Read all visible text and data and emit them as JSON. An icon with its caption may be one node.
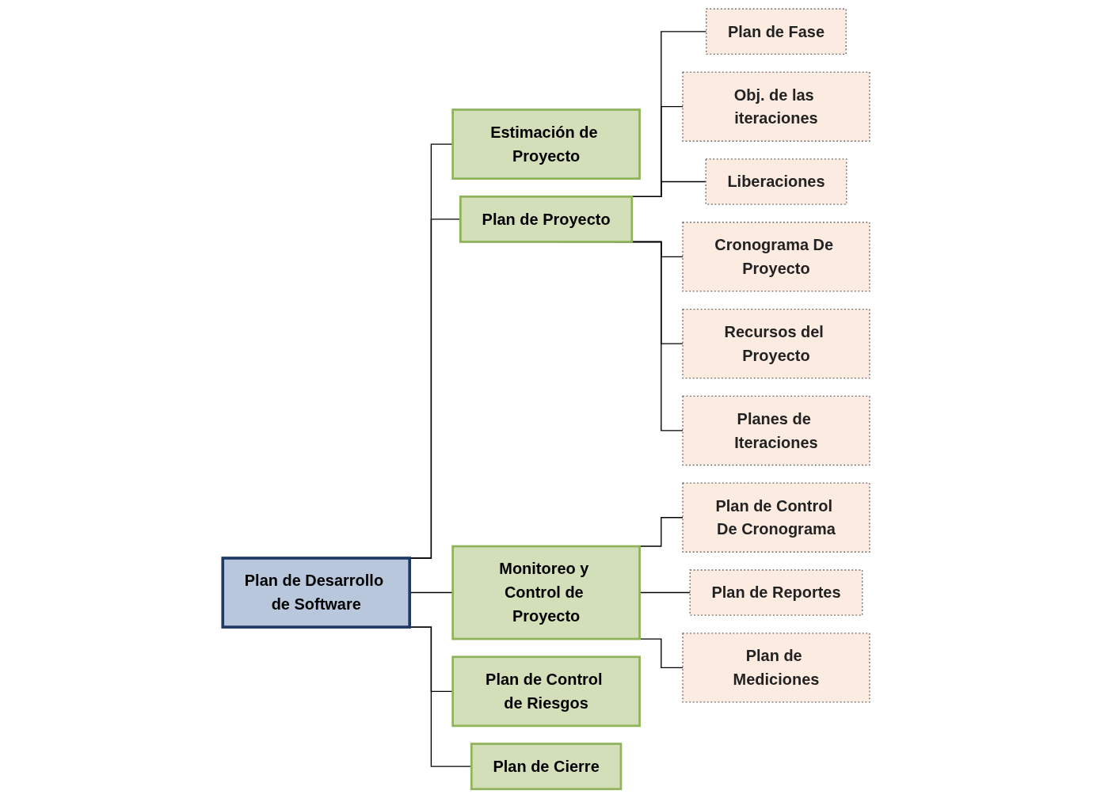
{
  "diagram": {
    "nodes": [
      {
        "text": [
          "Plan de Desarrollo de Software"
        ]
      },
      {
        "text": [
          "Estimación de Proyecto"
        ]
      },
      {
        "text": [
          "Plan de Proyecto"
        ]
      },
      {
        "text": [
          "Monitoreo y Control de Proyecto"
        ]
      },
      {
        "text": [
          "Plan de Control de Riesgos"
        ]
      },
      {
        "text": [
          "Plan de Cierre"
        ]
      },
      {
        "text": [
          "Plan de Fase"
        ]
      },
      {
        "text": [
          "Obj. de las iteraciones"
        ]
      },
      {
        "text": [
          "Liberaciones"
        ]
      },
      {
        "text": [
          "Cronograma De Proyecto"
        ]
      },
      {
        "text": [
          "Recursos del Proyecto"
        ]
      },
      {
        "text": [
          "Planes de Iteraciones"
        ]
      },
      {
        "text": [
          "Plan de Control De Cronograma"
        ]
      },
      {
        "text": [
          "Plan de Reportes"
        ]
      },
      {
        "text": [
          "Plan de Mediciones"
        ]
      }
    ],
    "edges": [
      {
        "from": 0,
        "to": 1,
        "arrow": "none"
      },
      {
        "from": 0,
        "to": 2,
        "arrow": "none"
      },
      {
        "from": 0,
        "to": 3,
        "arrow": "none"
      },
      {
        "from": 0,
        "to": 4,
        "arrow": "none"
      },
      {
        "from": 0,
        "to": 5,
        "arrow": "none"
      },
      {
        "from": 2,
        "to": 6,
        "arrow": "none"
      },
      {
        "from": 2,
        "to": 7,
        "arrow": "none"
      },
      {
        "from": 2,
        "to": 8,
        "arrow": "none"
      },
      {
        "from": 2,
        "to": 9,
        "arrow": "none"
      },
      {
        "from": 2,
        "to": 10,
        "arrow": "none"
      },
      {
        "from": 2,
        "to": 11,
        "arrow": "none"
      },
      {
        "from": 3,
        "to": 12,
        "arrow": "none"
      },
      {
        "from": 3,
        "to": 13,
        "arrow": "none"
      },
      {
        "from": 3,
        "to": 14,
        "arrow": "none"
      }
    ]
  }
}
